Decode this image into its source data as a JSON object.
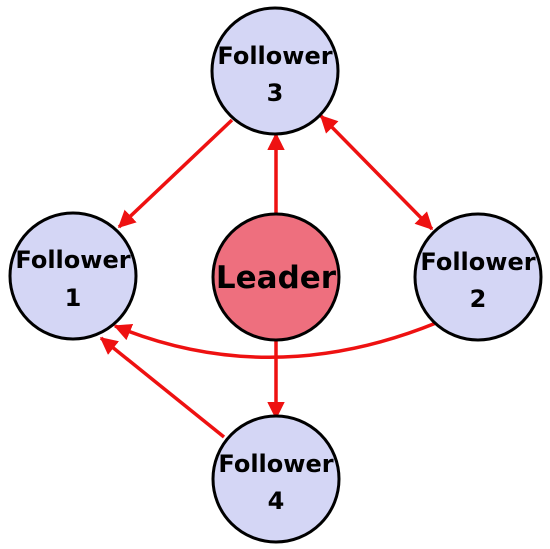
{
  "colors": {
    "follower_fill": "#d4d6f5",
    "leader_fill": "#ee6f7e",
    "node_stroke": "#000000",
    "edge": "#ee1111"
  },
  "nodes": {
    "leader": {
      "label": "Leader"
    },
    "follower1": {
      "line1": "Follower",
      "line2": "1"
    },
    "follower2": {
      "line1": "Follower",
      "line2": "2"
    },
    "follower3": {
      "line1": "Follower",
      "line2": "3"
    },
    "follower4": {
      "line1": "Follower",
      "line2": "4"
    }
  },
  "edges": [
    {
      "from": "Leader",
      "to": "Follower 3",
      "direction": "one-way"
    },
    {
      "from": "Leader",
      "to": "Follower 4",
      "direction": "one-way"
    },
    {
      "from": "Follower 3",
      "to": "Follower 1",
      "direction": "one-way"
    },
    {
      "from": "Follower 3",
      "to": "Follower 2",
      "direction": "two-way"
    },
    {
      "from": "Follower 2",
      "to": "Follower 1",
      "direction": "one-way"
    },
    {
      "from": "Follower 4",
      "to": "Follower 1",
      "direction": "one-way"
    }
  ]
}
